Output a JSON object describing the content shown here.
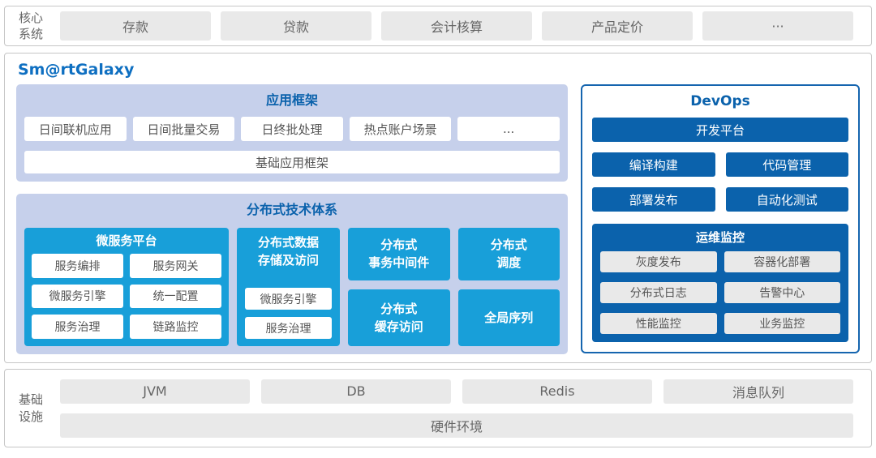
{
  "colors": {
    "brand-blue": "#0e6fc1",
    "heading-blue": "#0b62ac",
    "dark-box": "#0b62ac",
    "cyan-box": "#189fd9",
    "panel-lavender": "#c6d0eb",
    "chip-gray": "#e9e9e9",
    "border-gray": "#c6c6c6",
    "devops-border": "#1565af",
    "gray-text": "#666666",
    "chip-text": "#555555"
  },
  "core_systems": {
    "label": "核心\n系统",
    "items": [
      "存款",
      "贷款",
      "会计核算",
      "产品定价",
      "···"
    ]
  },
  "platform": {
    "title": "Sm@rtGalaxy",
    "app_framework": {
      "title": "应用框架",
      "apps": [
        "日间联机应用",
        "日间批量交易",
        "日终批处理",
        "热点账户场景",
        "..."
      ],
      "base": "基础应用框架"
    },
    "distributed": {
      "title": "分布式技术体系",
      "microservice_platform": {
        "title": "微服务平台",
        "chips": [
          "服务编排",
          "服务网关",
          "微服务引擎",
          "统一配置",
          "服务治理",
          "链路监控"
        ]
      },
      "data_storage": {
        "title": "分布式数据\n存储及访问",
        "chips": [
          "微服务引擎",
          "服务治理"
        ]
      },
      "transaction_middleware": "分布式\n事务中间件",
      "scheduling": "分布式\n调度",
      "cache_access": "分布式\n缓存访问",
      "global_sequence": "全局序列"
    },
    "devops": {
      "title": "DevOps",
      "dev_platform": "开发平台",
      "tools": [
        "编译构建",
        "代码管理",
        "部署发布",
        "自动化测试"
      ],
      "ops_monitoring": {
        "title": "运维监控",
        "chips": [
          "灰度发布",
          "容器化部署",
          "分布式日志",
          "告警中心",
          "性能监控",
          "业务监控"
        ]
      }
    }
  },
  "infrastructure": {
    "label": "基础\n设施",
    "items": [
      "JVM",
      "DB",
      "Redis",
      "消息队列"
    ],
    "base": "硬件环境"
  }
}
